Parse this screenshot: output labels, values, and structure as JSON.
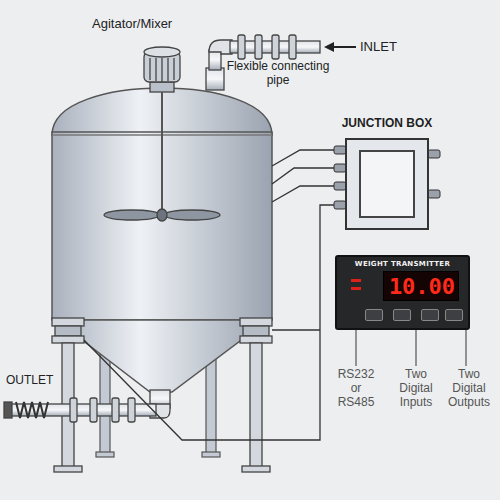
{
  "diagram": {
    "nodes": [
      {
        "text": [
          "JUNCTION BOX"
        ]
      },
      {
        "text": [
          "WEIGHT TRANSMITTER"
        ]
      },
      {
        "text": [
          "10.00"
        ],
        "in": 1
      }
    ],
    "labels": [
      "Agitator/Mixer",
      "INLET",
      "Flexible connecting pipe",
      "RS232 or RS485",
      "Two Digital Inputs",
      "Two Digital Outputs",
      "OUTLET"
    ]
  }
}
